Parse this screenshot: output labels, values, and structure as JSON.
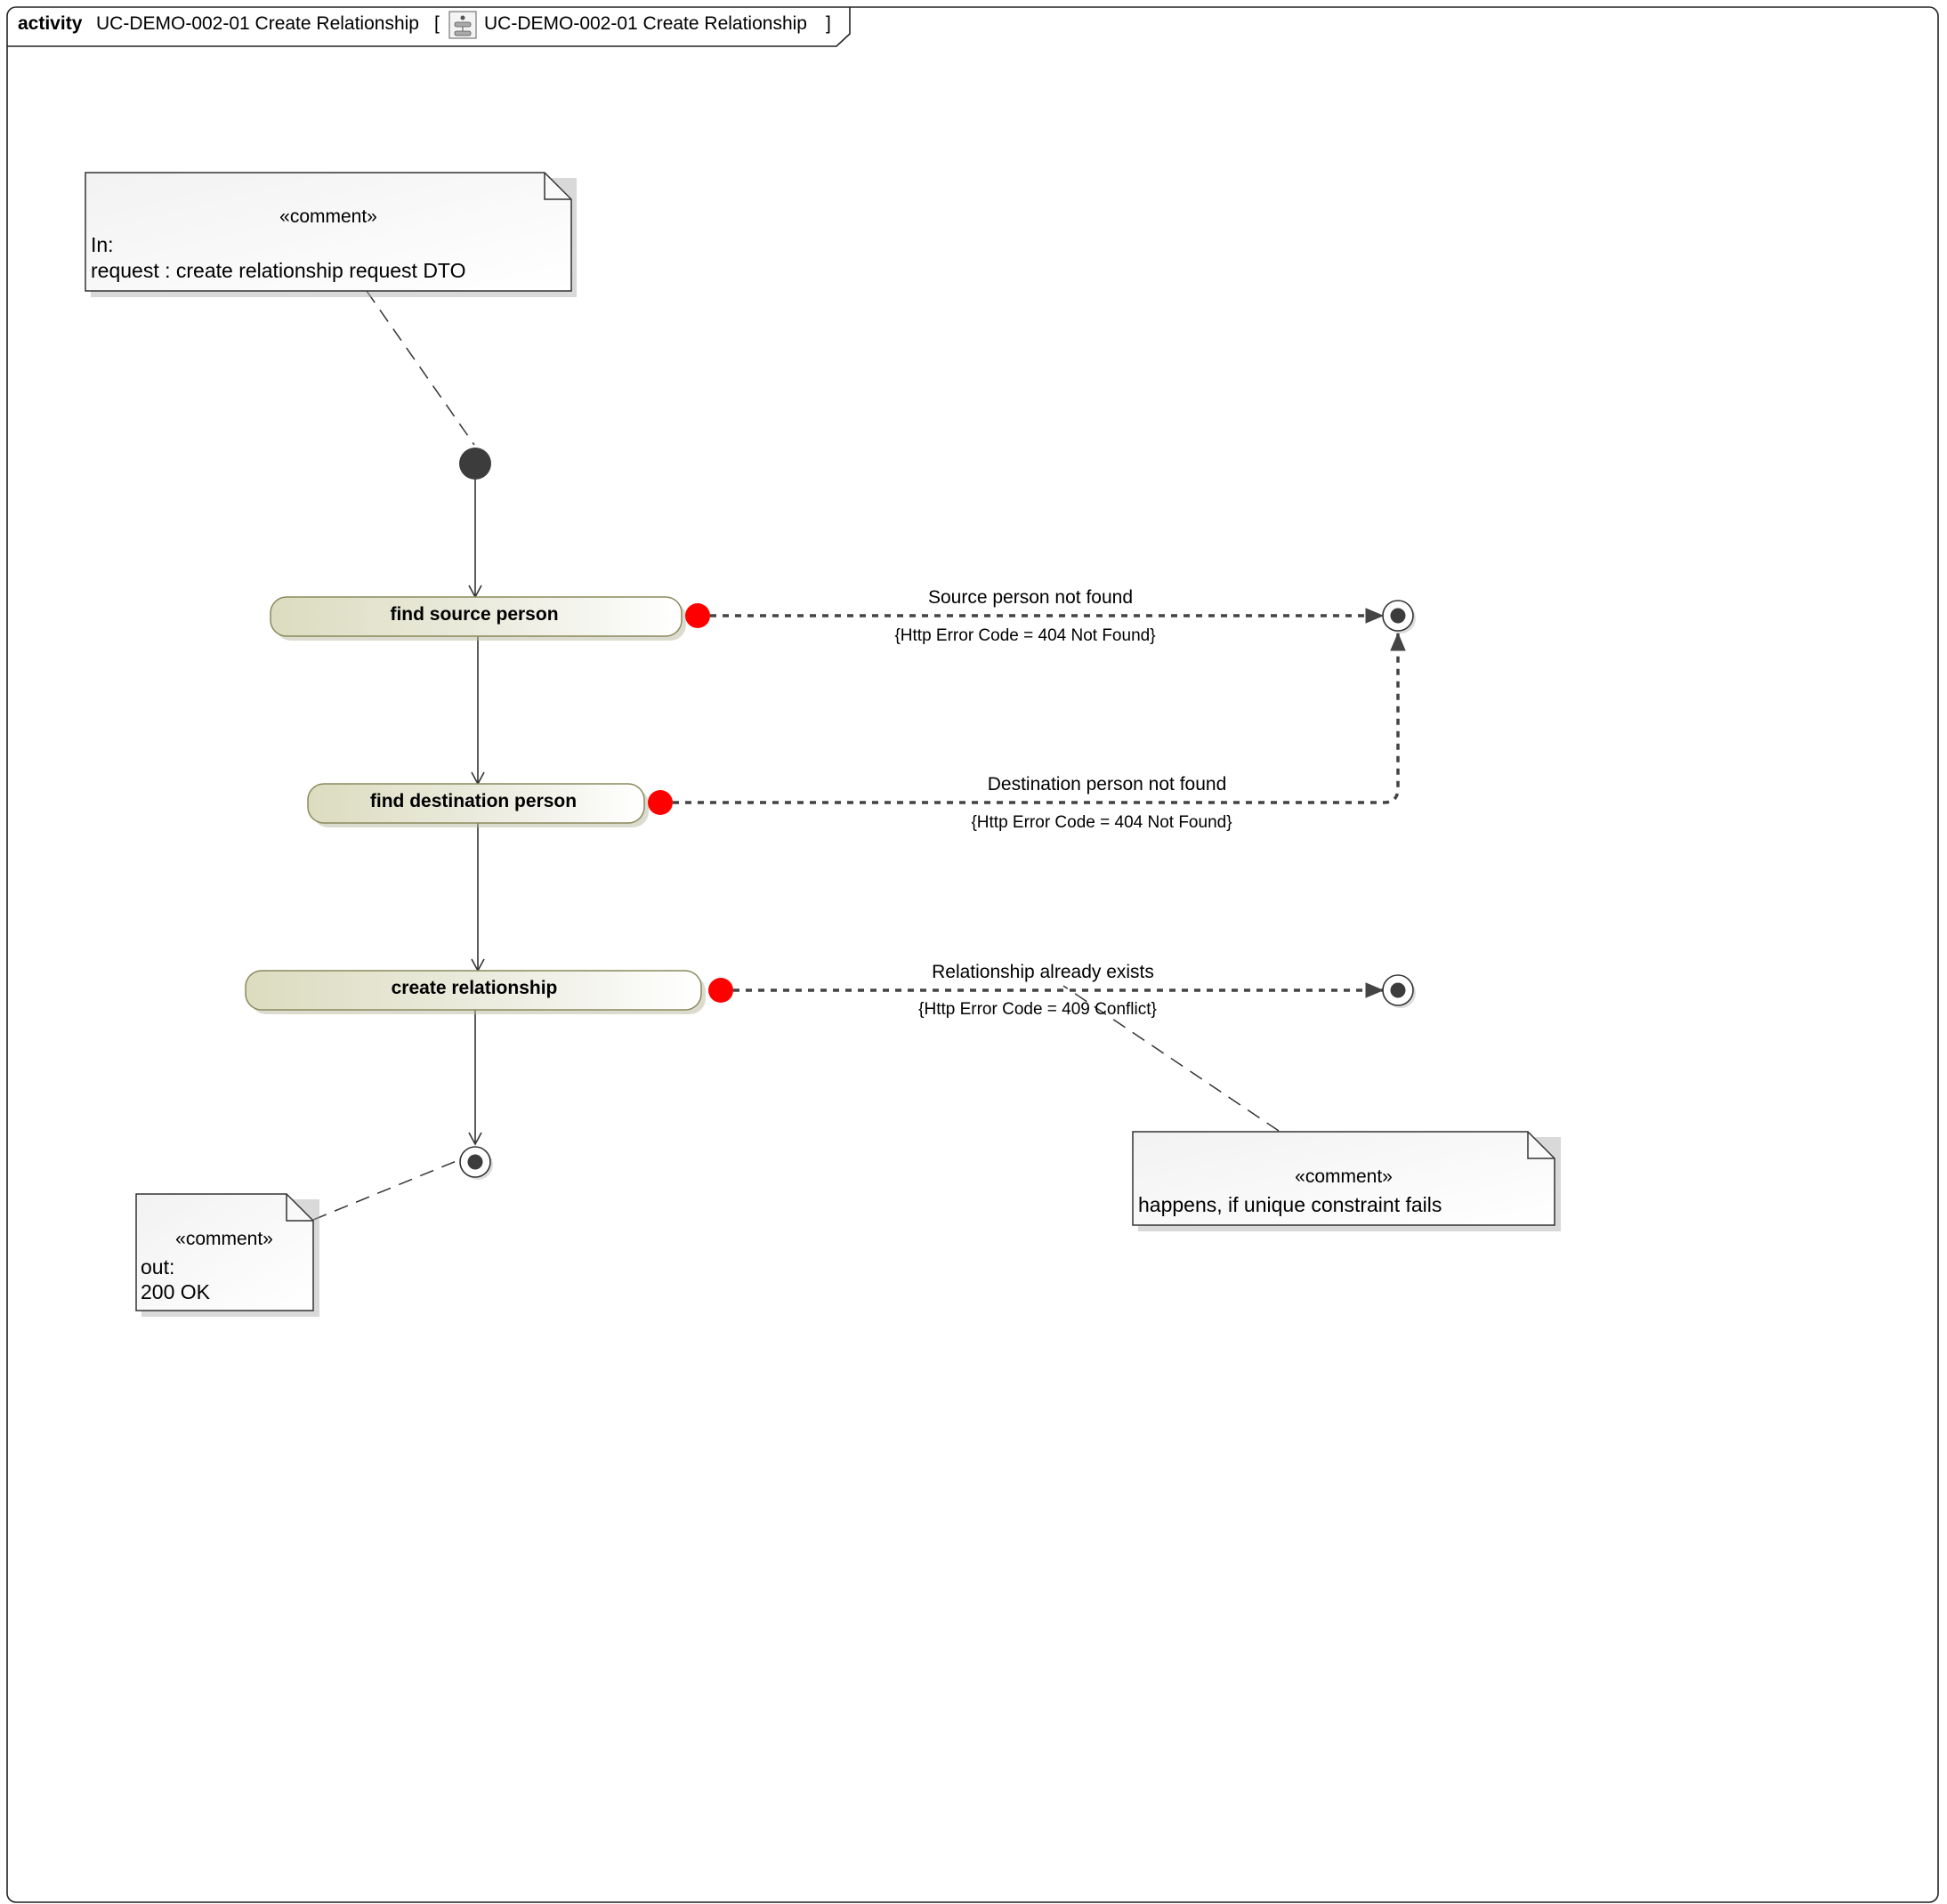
{
  "header": {
    "kind": "activity",
    "name": "UC-DEMO-002-01 Create Relationship",
    "bracket_open": "[",
    "ref_name": "UC-DEMO-002-01 Create Relationship",
    "bracket_close": "]",
    "ref_icon": "activity-diagram-icon"
  },
  "comments": {
    "input": {
      "stereotype": "«comment»",
      "line1": "In:",
      "line2": "request : create relationship request DTO"
    },
    "output": {
      "stereotype": "«comment»",
      "line1": "out:",
      "line2": "200 OK"
    },
    "conflict": {
      "stereotype": "«comment»",
      "line1": "happens, if unique constraint fails"
    }
  },
  "actions": {
    "find_source": "find source person",
    "find_destination": "find destination person",
    "create_relationship": "create relationship"
  },
  "exception_flows": {
    "source_not_found": {
      "label": "Source person not found",
      "guard": "{Http Error Code = 404 Not Found}"
    },
    "destination_not_found": {
      "label": "Destination person not found",
      "guard": "{Http Error Code = 404 Not Found}"
    },
    "already_exists": {
      "label": "Relationship already exists",
      "guard": "{Http Error Code = 409 Conflict}"
    }
  },
  "colors": {
    "action_fill_start": "#dcdcc0",
    "action_fill_end": "#ffffff",
    "action_border": "#8a8a5c",
    "exception_pin": "#ff0000",
    "node_dark": "#3c3c3c",
    "note_fill": "#f7f7f7"
  }
}
